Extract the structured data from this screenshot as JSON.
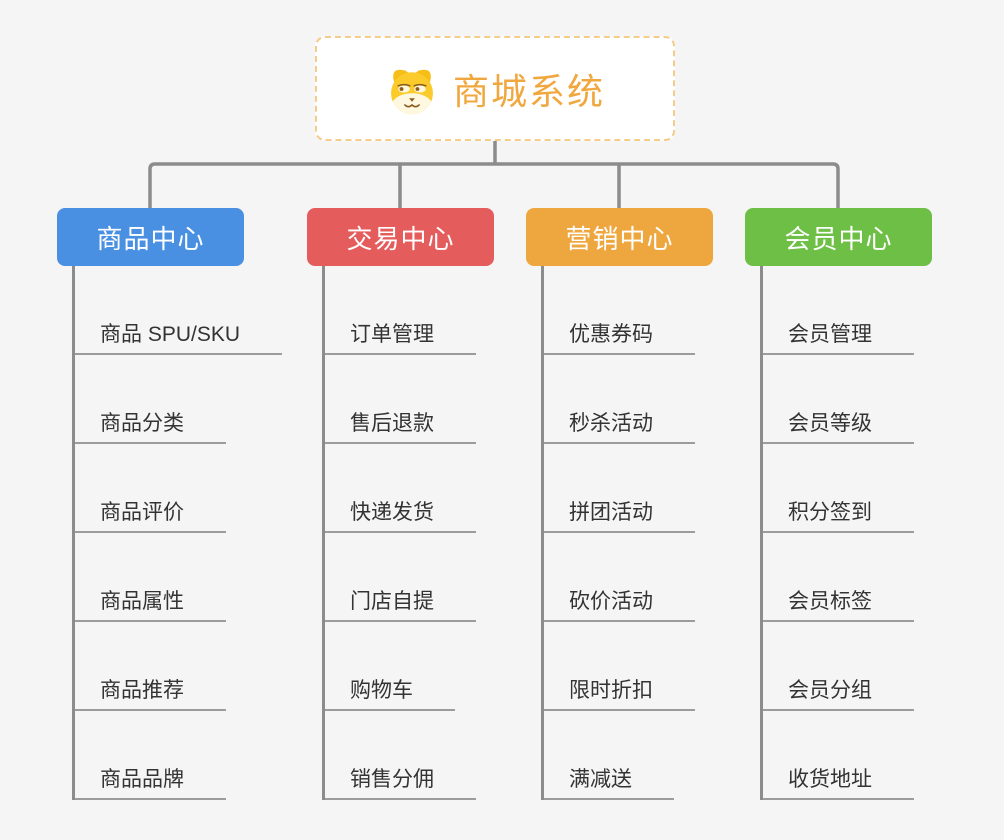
{
  "root": {
    "title": "商城系统",
    "icon": "dog-face-icon"
  },
  "branches": [
    {
      "label": "商品中心",
      "color": "#4a90e2",
      "children": [
        "商品 SPU/SKU",
        "商品分类",
        "商品评价",
        "商品属性",
        "商品推荐",
        "商品品牌"
      ]
    },
    {
      "label": "交易中心",
      "color": "#e45c5c",
      "children": [
        "订单管理",
        "售后退款",
        "快递发货",
        "门店自提",
        "购物车",
        "销售分佣"
      ]
    },
    {
      "label": "营销中心",
      "color": "#eea73f",
      "children": [
        "优惠券码",
        "秒杀活动",
        "拼团活动",
        "砍价活动",
        "限时折扣",
        "满减送"
      ]
    },
    {
      "label": "会员中心",
      "color": "#6ebf45",
      "children": [
        "会员管理",
        "会员等级",
        "积分签到",
        "会员标签",
        "会员分组",
        "收货地址"
      ]
    }
  ],
  "style": {
    "background": "#f5f5f6",
    "root_accent": "#f0a73e",
    "root_border": "#f6cc8b",
    "connector": "#8c8c8c",
    "underline": "#9c9c9c",
    "child_text": "#333333"
  }
}
